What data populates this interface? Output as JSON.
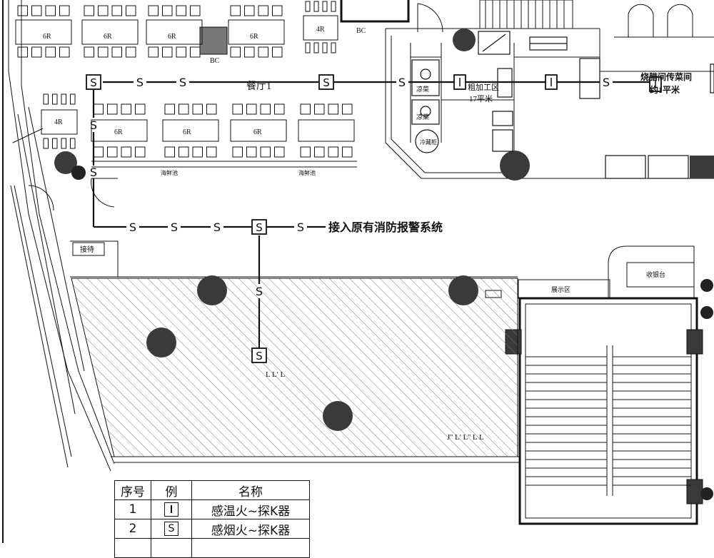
{
  "labels": {
    "t6r_1": "6R",
    "t6r_2": "6R",
    "t6r_3": "6R",
    "t6r_4": "6R",
    "t4r_top": "4R",
    "bc_1": "BC",
    "bc_2": "BC",
    "t4r_left": "4R",
    "t6r_5": "6R",
    "t6r_6": "6R",
    "t6r_7": "6R",
    "dining_hall": "餐厅1",
    "cold_dish_1": "凉菜",
    "cold_dish_2": "凉菜",
    "prep_area": "粗加工区",
    "prep_area_size": "17平米",
    "cold_storage": "冷藏柜",
    "pass_room": "烧腊间传菜间",
    "pass_room_size": "约1平米",
    "seafood_1": "海鲜池",
    "seafood_2": "海鲜池",
    "reception": "接待",
    "fire_alarm_link": "接入原有消防报警系统",
    "display_area": "展示区",
    "cashier": "收银台",
    "hatch_1": "L L'   L",
    "hatch_2": "J'' L' L'' L L"
  },
  "legend": {
    "headers": [
      "序号",
      "例",
      "名称"
    ],
    "rows": [
      {
        "no": "1",
        "icon": "heat-detector-icon",
        "name": "感温火~探K器"
      },
      {
        "no": "2",
        "icon": "smoke-detector-icon",
        "name": "感烟火~探K器"
      }
    ]
  },
  "symbols": {
    "smoke": "S"
  },
  "colors": {
    "line": "#111111",
    "column": "#3a3a3a",
    "hatch": "#777777"
  }
}
